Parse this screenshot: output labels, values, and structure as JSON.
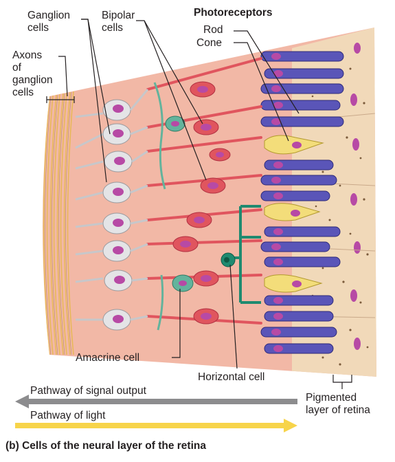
{
  "labels": {
    "ganglion_cells": [
      "Ganglion",
      "cells"
    ],
    "bipolar_cells": [
      "Bipolar",
      "cells"
    ],
    "axons_of_ganglion_cells": [
      "Axons",
      "of",
      "ganglion",
      "cells"
    ],
    "photoreceptors": "Photoreceptors",
    "rod": "Rod",
    "cone": "Cone",
    "amacrine_cell": "Amacrine cell",
    "horizontal_cell": "Horizontal cell",
    "pigmented_layer": [
      "Pigmented",
      "layer of retina"
    ]
  },
  "arrows": {
    "signal_output": "Pathway of signal output",
    "light": "Pathway of light"
  },
  "caption": "(b) Cells of the neural layer of the retina",
  "colors": {
    "background_tissue": "#f2b8a6",
    "axon_fibers": "#e8b85a",
    "ganglion_cell": "#e4e4e6",
    "bipolar_cell": "#e0555e",
    "rod": "#5a55b8",
    "cone": "#f3dd7a",
    "amacrine_cell": "#63b39c",
    "horizontal_cell": "#1f8a70",
    "pigment_layer": "#f1d9b9",
    "nucleus": "#b74aa5",
    "signal_arrow": "#8c8c8e",
    "light_arrow": "#f7d44a"
  }
}
